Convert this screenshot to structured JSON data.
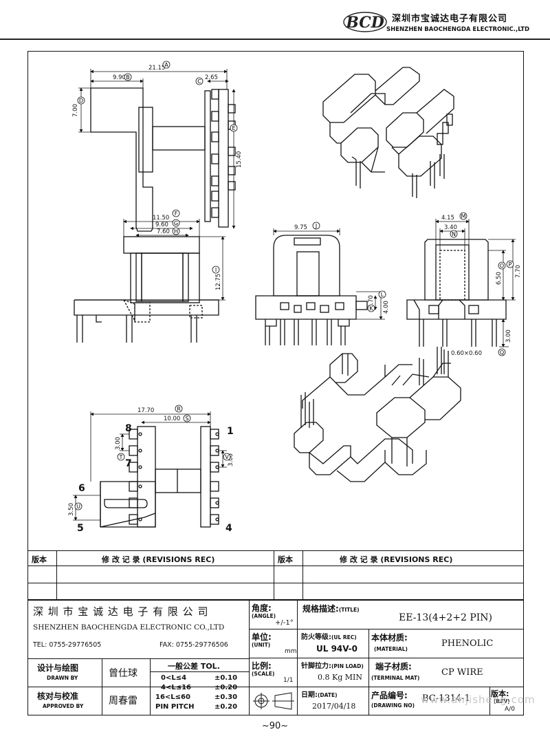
{
  "header": {
    "logo_text": "BCD",
    "company_zh": "深圳市宝诚达电子有限公司",
    "company_en": "SHENZHEN BAOCHENGDA ELECTRONIC.,LTD"
  },
  "dimensions": {
    "A": "21.15",
    "B": "9.90",
    "C": "2.65",
    "D": "7.00",
    "E": "15.40",
    "F": "11.50",
    "G": "9.60",
    "H": "7.60",
    "I": "12.75",
    "J": "9.75",
    "K": "2.70",
    "L": "4.00",
    "M": "4.15",
    "N": "3.40",
    "O": "6.50",
    "P": "7.70",
    "Q": "3.00",
    "Q2": "0.60×0.60",
    "R": "17.70",
    "S": "10.00",
    "T": "3.00",
    "U": "3.50",
    "V": "3.00"
  },
  "pins": {
    "p1": "1",
    "p4": "4",
    "p5": "5",
    "p6": "6",
    "p7": "7",
    "p8": "8"
  },
  "revisions": {
    "col_rev": "版本",
    "col_rec": "修 改 记 录 (REVISIONS REC)"
  },
  "title_block": {
    "company_zh": "深 圳 市 宝 诚 达 电 子 有 限 公 司",
    "company_en": "SHENZHEN BAOCHENGDA ELECTRONIC CO.,LTD",
    "tel": "TEL: 0755-29776505",
    "fax": "FAX: 0755-29776506",
    "angle_label": "角度:",
    "angle_label_en": "(ANGLE)",
    "angle_value": "+/-1°",
    "unit_label": "单位:",
    "unit_label_en": "(UNIT)",
    "unit_value": "mm",
    "scale_label": "比例:",
    "scale_label_en": "(SCALE)",
    "scale_value": "1/1",
    "title_label": "规格描述:",
    "title_label_en": "(TITLE)",
    "title_value": "EE-13(4+2+2 PIN)",
    "ul_label": "防火等级:",
    "ul_label_en": "(UL REC)",
    "ul_value": "UL 94V-0",
    "material_label": "本体材质:",
    "material_label_en": "(MATERIAL)",
    "material_value": "PHENOLIC",
    "pin_load_label": "针脚拉力:",
    "pin_load_label_en": "(PIN LOAD)",
    "pin_load_value": "0.8 Kg MIN",
    "terminal_label": "端子材质:",
    "terminal_label_en": "(TERMINAL MAT)",
    "terminal_value": "CP WIRE",
    "date_label": "日期:",
    "date_label_en": "(DATE)",
    "date_value": "2017/04/18",
    "drawing_no_label": "产品编号:",
    "drawing_no_label_en": "(DRAWING NO)",
    "drawing_no_value": "BC-1314-1",
    "rev_label": "版本:",
    "rev_label_en": "(REV)",
    "rev_value": "A/0",
    "drawn_label": "设计与绘图",
    "drawn_label_en": "DRAWN BY",
    "drawn_value": "曾仕球",
    "approved_label": "核对与校准",
    "approved_label_en": "APPROVED BY",
    "approved_value": "周春雷",
    "tol_title": "一般公差 TOL.",
    "tol_rows": [
      {
        "range": "0<L≤4",
        "tol": "±0.10"
      },
      {
        "range": "4<L≤16",
        "tol": "±0.20"
      },
      {
        "range": "16<L≤60",
        "tol": "±0.30"
      },
      {
        "range": "PIN PITCH",
        "tol": "±0.20"
      }
    ]
  },
  "watermark": "www.ahjisheng.com",
  "page_number": "~90~"
}
